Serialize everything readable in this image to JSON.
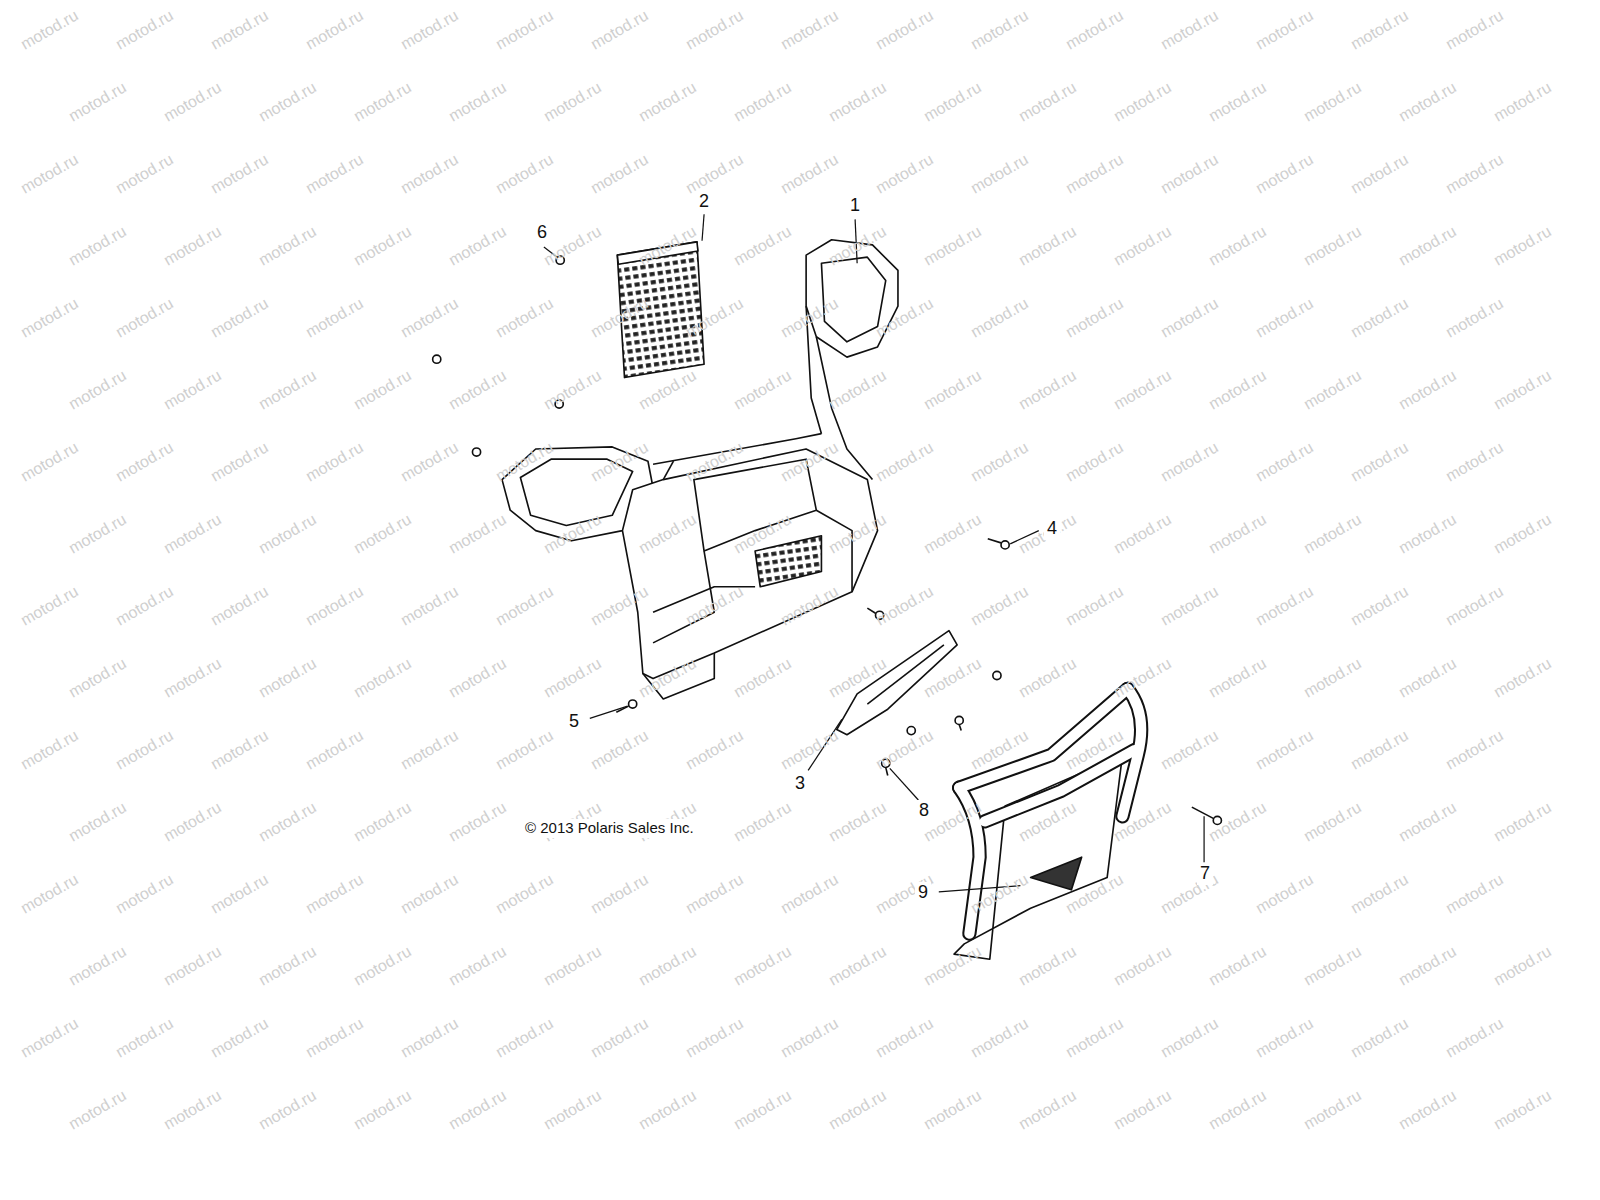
{
  "diagram": {
    "labels": [
      "1",
      "2",
      "3",
      "4",
      "5",
      "6",
      "7",
      "8",
      "9",
      "© 2013 Polaris Sales Inc.",
      "motod.ru",
      "motod.ru",
      "motod.ru",
      "motod.ru",
      "motod.ru",
      "motod.ru",
      "motod.ru",
      "motod.ru",
      "motod.ru",
      "motod.ru",
      "motod.ru",
      "motod.ru",
      "motod.ru",
      "motod.ru",
      "motod.ru",
      "motod.ru",
      "motod.ru",
      "motod.ru",
      "motod.ru",
      "motod.ru",
      "motod.ru",
      "motod.ru",
      "motod.ru",
      "motod.ru",
      "motod.ru",
      "motod.ru",
      "motod.ru",
      "motod.ru",
      "motod.ru",
      "motod.ru",
      "motod.ru",
      "motod.ru",
      "motod.ru",
      "motod.ru",
      "motod.ru",
      "motod.ru",
      "motod.ru",
      "motod.ru",
      "motod.ru",
      "motod.ru",
      "motod.ru",
      "motod.ru",
      "motod.ru",
      "motod.ru",
      "motod.ru",
      "motod.ru",
      "motod.ru",
      "motod.ru",
      "motod.ru",
      "motod.ru",
      "motod.ru",
      "motod.ru",
      "motod.ru",
      "motod.ru",
      "motod.ru",
      "motod.ru",
      "motod.ru",
      "motod.ru",
      "motod.ru",
      "motod.ru",
      "motod.ru",
      "motod.ru",
      "motod.ru",
      "motod.ru",
      "motod.ru",
      "motod.ru",
      "motod.ru",
      "motod.ru",
      "motod.ru",
      "motod.ru",
      "motod.ru",
      "motod.ru",
      "motod.ru",
      "motod.ru",
      "motod.ru",
      "motod.ru",
      "motod.ru",
      "motod.ru",
      "motod.ru",
      "motod.ru",
      "motod.ru",
      "motod.ru",
      "motod.ru",
      "motod.ru",
      "motod.ru",
      "motod.ru",
      "motod.ru",
      "motod.ru",
      "motod.ru",
      "motod.ru",
      "motod.ru",
      "motod.ru",
      "motod.ru",
      "motod.ru",
      "motod.ru",
      "motod.ru",
      "motod.ru",
      "motod.ru",
      "motod.ru",
      "motod.ru",
      "motod.ru",
      "motod.ru",
      "motod.ru",
      "motod.ru",
      "motod.ru",
      "motod.ru",
      "motod.ru",
      "motod.ru",
      "motod.ru",
      "motod.ru",
      "motod.ru",
      "motod.ru",
      "motod.ru",
      "motod.ru",
      "motod.ru",
      "motod.ru",
      "motod.ru",
      "motod.ru",
      "motod.ru",
      "motod.ru",
      "motod.ru",
      "motod.ru",
      "motod.ru",
      "motod.ru",
      "motod.ru",
      "motod.ru",
      "motod.ru",
      "motod.ru",
      "motod.ru",
      "motod.ru",
      "motod.ru",
      "motod.ru",
      "motod.ru",
      "motod.ru",
      "motod.ru",
      "motod.ru",
      "motod.ru",
      "motod.ru",
      "motod.ru",
      "motod.ru",
      "motod.ru",
      "motod.ru",
      "motod.ru",
      "motod.ru",
      "motod.ru",
      "motod.ru",
      "motod.ru",
      "motod.ru",
      "motod.ru",
      "motod.ru",
      "motod.ru",
      "motod.ru",
      "motod.ru",
      "motod.ru",
      "motod.ru",
      "motod.ru",
      "motod.ru",
      "motod.ru",
      "motod.ru",
      "motod.ru",
      "motod.ru",
      "motod.ru",
      "motod.ru",
      "motod.ru",
      "motod.ru",
      "motod.ru",
      "motod.ru",
      "motod.ru",
      "motod.ru",
      "motod.ru",
      "motod.ru",
      "motod.ru",
      "motod.ru",
      "motod.ru",
      "motod.ru",
      "motod.ru",
      "motod.ru",
      "motod.ru",
      "motod.ru",
      "motod.ru",
      "motod.ru",
      "motod.ru",
      "motod.ru",
      "motod.ru",
      "motod.ru",
      "motod.ru",
      "motod.ru",
      "motod.ru",
      "motod.ru",
      "motod.ru",
      "motod.ru",
      "motod.ru",
      "motod.ru",
      "motod.ru",
      "motod.ru",
      "motod.ru",
      "motod.ru",
      "motod.ru",
      "motod.ru",
      "motod.ru",
      "motod.ru",
      "motod.ru",
      "motod.ru",
      "motod.ru",
      "motod.ru",
      "motod.ru",
      "motod.ru",
      "motod.ru",
      "motod.ru",
      "motod.ru",
      "motod.ru",
      "motod.ru",
      "motod.ru",
      "motod.ru",
      "motod.ru",
      "motod.ru",
      "motod.ru",
      "motod.ru",
      "motod.ru",
      "motod.ru",
      "motod.ru",
      "motod.ru",
      "motod.ru",
      "motod.ru",
      "motod.ru",
      "motod.ru",
      "motod.ru",
      "motod.ru",
      "motod.ru",
      "motod.ru",
      "motod.ru",
      "motod.ru",
      "motod.ru",
      "motod.ru",
      "motod.ru",
      "motod.ru",
      "motod.ru",
      "motod.ru",
      "motod.ru",
      "motod.ru",
      "motod.ru",
      "motod.ru",
      "motod.ru",
      "motod.ru",
      "motod.ru",
      "motod.ru",
      "motod.ru",
      "motod.ru",
      "motod.ru",
      "motod.ru",
      "motod.ru",
      "motod.ru",
      "motod.ru",
      "motod.ru",
      "motod.ru",
      "motod.ru"
    ]
  }
}
